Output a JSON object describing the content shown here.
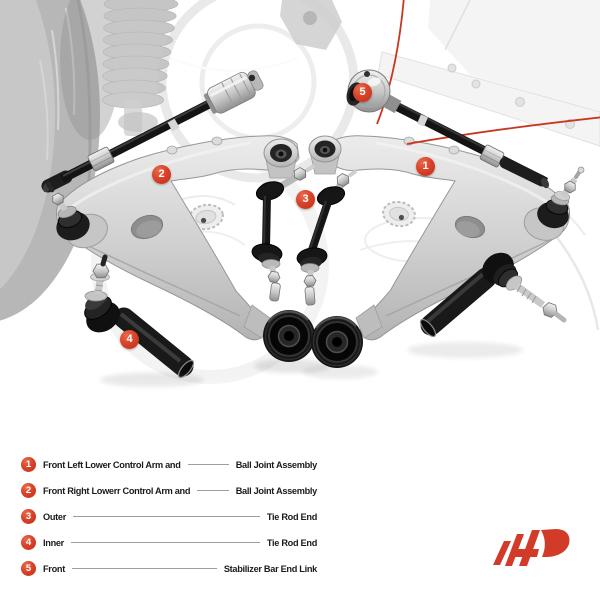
{
  "image": {
    "description": "suspension-kit-product-photo",
    "highlight_color": "#c9371e",
    "callouts": [
      {
        "number": "1"
      },
      {
        "number": "2"
      },
      {
        "number": "3"
      },
      {
        "number": "4"
      },
      {
        "number": "5"
      }
    ]
  },
  "legend": {
    "items": [
      {
        "number": "1",
        "left": "Front Left Lower Control Arm and",
        "right": "Ball Joint Assembly"
      },
      {
        "number": "2",
        "left": "Front Right Lowerr Control Arm and",
        "right": "Ball Joint Assembly"
      },
      {
        "number": "3",
        "left": "Outer",
        "right": "Tie Rod End"
      },
      {
        "number": "4",
        "left": "Inner",
        "right": "Tie Rod End"
      },
      {
        "number": "5",
        "left": "Front",
        "right": "Stabilizer Bar End Link"
      }
    ]
  },
  "icons": {
    "brand_logo": "red-ap-monogram"
  },
  "colors": {
    "accent": "#d8432a",
    "legend_text": "#1b1b1b",
    "legend_line": "#9d9d9d"
  }
}
